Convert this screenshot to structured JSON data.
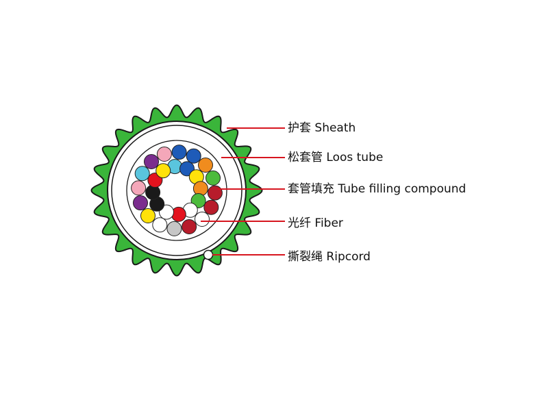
{
  "labels": [
    {
      "id": "sheath",
      "text": "护套 Sheath"
    },
    {
      "id": "loose_tube",
      "text": "松套管 Loos tube"
    },
    {
      "id": "filling",
      "text": "套管填充 Tube filling compound"
    },
    {
      "id": "fiber",
      "text": "光纤 Fiber"
    },
    {
      "id": "ripcord",
      "text": "撕裂绳 Ripcord"
    }
  ],
  "colors": {
    "sheath": "#3ab53a",
    "leader": "#d7151f",
    "outline": "#1a1a1a"
  },
  "fiber_colors": [
    "#f4a7b9",
    "#1e5bb8",
    "#1e5bb8",
    "#f08c1e",
    "#4cbb3c",
    "#b71c2b",
    "#b71c2b",
    "#ffffff",
    "#b71c2b",
    "#c6c6c6",
    "#ffffff",
    "#ffe20a",
    "#7b2d8e",
    "#f4a7b9",
    "#5ac5de",
    "#7b2d8e",
    "#5ac5de",
    "#1e5bb8",
    "#ffe20a",
    "#f08c1e",
    "#4cbb3c",
    "#ffffff",
    "#e3131e",
    "#ffffff",
    "#1a1a1a",
    "#1a1a1a",
    "#e3131e",
    "#ffe20a"
  ]
}
